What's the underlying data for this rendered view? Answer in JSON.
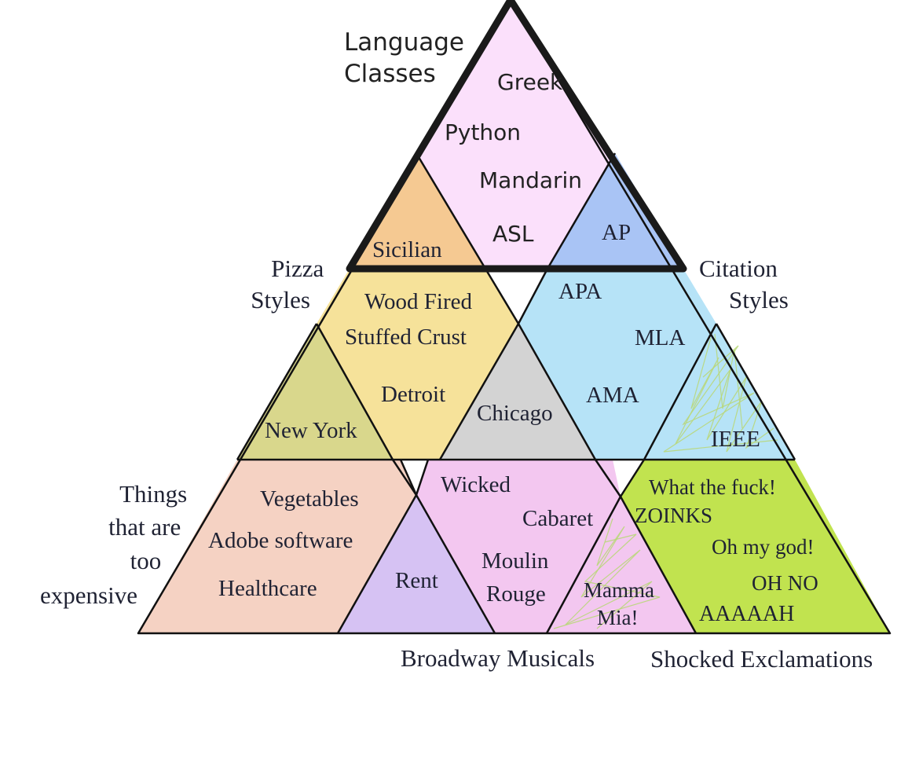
{
  "top": {
    "category": [
      "Language",
      "Classes"
    ],
    "items": [
      "Greek",
      "Python",
      "Mandarin",
      "ASL"
    ],
    "color": "#fbe0fb"
  },
  "left_mid": {
    "category": [
      "Pizza",
      "Styles"
    ],
    "items": [
      "Wood Fired",
      "Stuffed Crust",
      "Detroit"
    ],
    "color": "#f6e29a"
  },
  "right_mid": {
    "category": [
      "Citation",
      "Styles"
    ],
    "items": [
      "APA",
      "MLA",
      "AMA"
    ],
    "color": "#b6e3f7"
  },
  "bottom_left": {
    "category": [
      "Things",
      "that are",
      "too",
      "expensive"
    ],
    "items": [
      "Vegetables",
      "Adobe software",
      "Healthcare"
    ],
    "color": "#f5d2c3"
  },
  "bottom_mid": {
    "category": "Broadway Musicals",
    "items": [
      "Wicked",
      "Cabaret",
      "Moulin",
      "Rouge"
    ],
    "color": "#f3c7f0"
  },
  "bottom_right": {
    "category": "Shocked Exclamations",
    "items": [
      "What the fuck!",
      "ZOINKS",
      "Oh my god!",
      "OH NO",
      "AAAAAH"
    ],
    "color": "#c1e34f"
  },
  "intersections": {
    "sicilian": {
      "label": "Sicilian",
      "color": "#f5c992"
    },
    "ap": {
      "label": "AP",
      "color": "#a9c4f5"
    },
    "chicago": {
      "label": "Chicago",
      "color": "#d3d3d3"
    },
    "new_york": {
      "label": "New York",
      "color": "#d9d78c"
    },
    "ieee": {
      "label": "IEEE",
      "color": "#b6e3f7"
    },
    "rent": {
      "label": "Rent",
      "color": "#d6c2f3"
    },
    "mamma_mia": {
      "label": [
        "Mamma",
        "Mia!"
      ],
      "color": "#f3c7f0"
    }
  }
}
